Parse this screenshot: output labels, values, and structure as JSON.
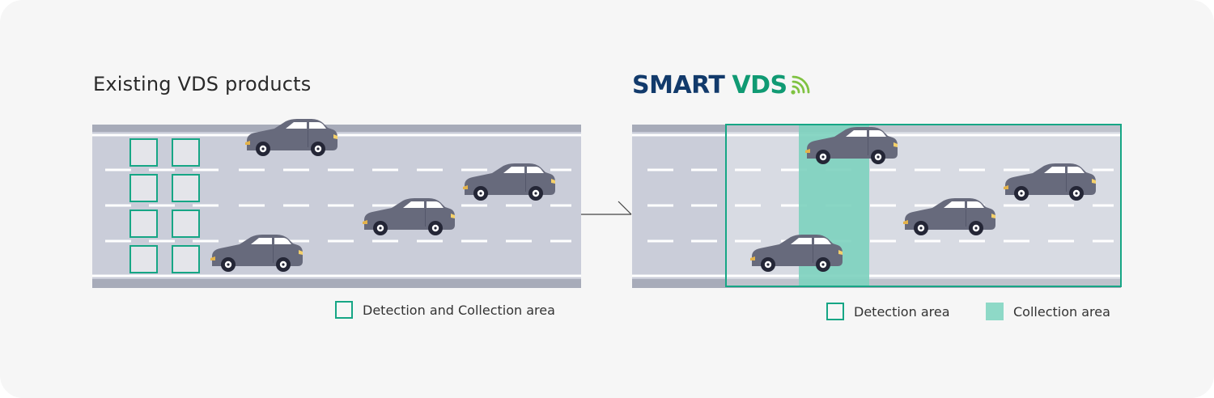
{
  "left_panel": {
    "title": "Existing VDS products",
    "legend": {
      "label": "Detection and Collection area"
    }
  },
  "right_panel": {
    "brand": {
      "part1": "SMART",
      "part2": "VDS"
    },
    "legend": [
      {
        "label": "Detection area"
      },
      {
        "label": "Collection area"
      }
    ]
  },
  "colors": {
    "road": "#cacdd9",
    "road_edge": "#a7abb9",
    "lane_marking": "#ffffff",
    "detection_border": "#16a685",
    "collection_fill": "#8ed9c7",
    "car_body": "#676a7c",
    "brand_dark": "#123a6b",
    "brand_green": "#109a73"
  },
  "icons": [
    "car-icon",
    "signal-waves-icon",
    "arrow-connector-icon"
  ]
}
